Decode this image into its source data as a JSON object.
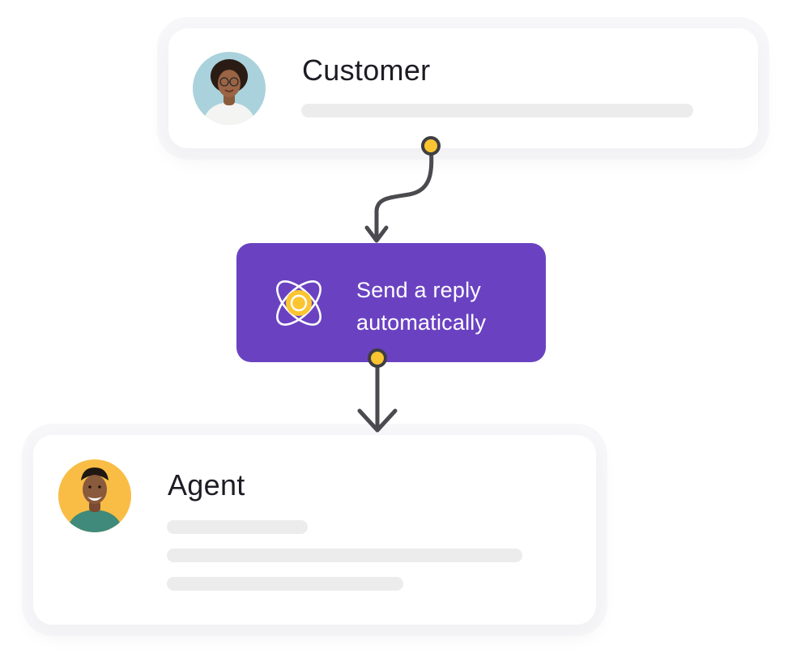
{
  "customer": {
    "name": "Customer"
  },
  "action": {
    "line1": "Send a reply",
    "line2": "automatically"
  },
  "agent": {
    "name": "Agent"
  },
  "colors": {
    "accent_purple": "#6a42c1",
    "connector_dot": "#fbc531",
    "connector_line": "#4a4a4f",
    "placeholder_bar": "#ececec"
  },
  "icons": [
    "customer-avatar",
    "atom-orbit-icon",
    "agent-avatar"
  ]
}
